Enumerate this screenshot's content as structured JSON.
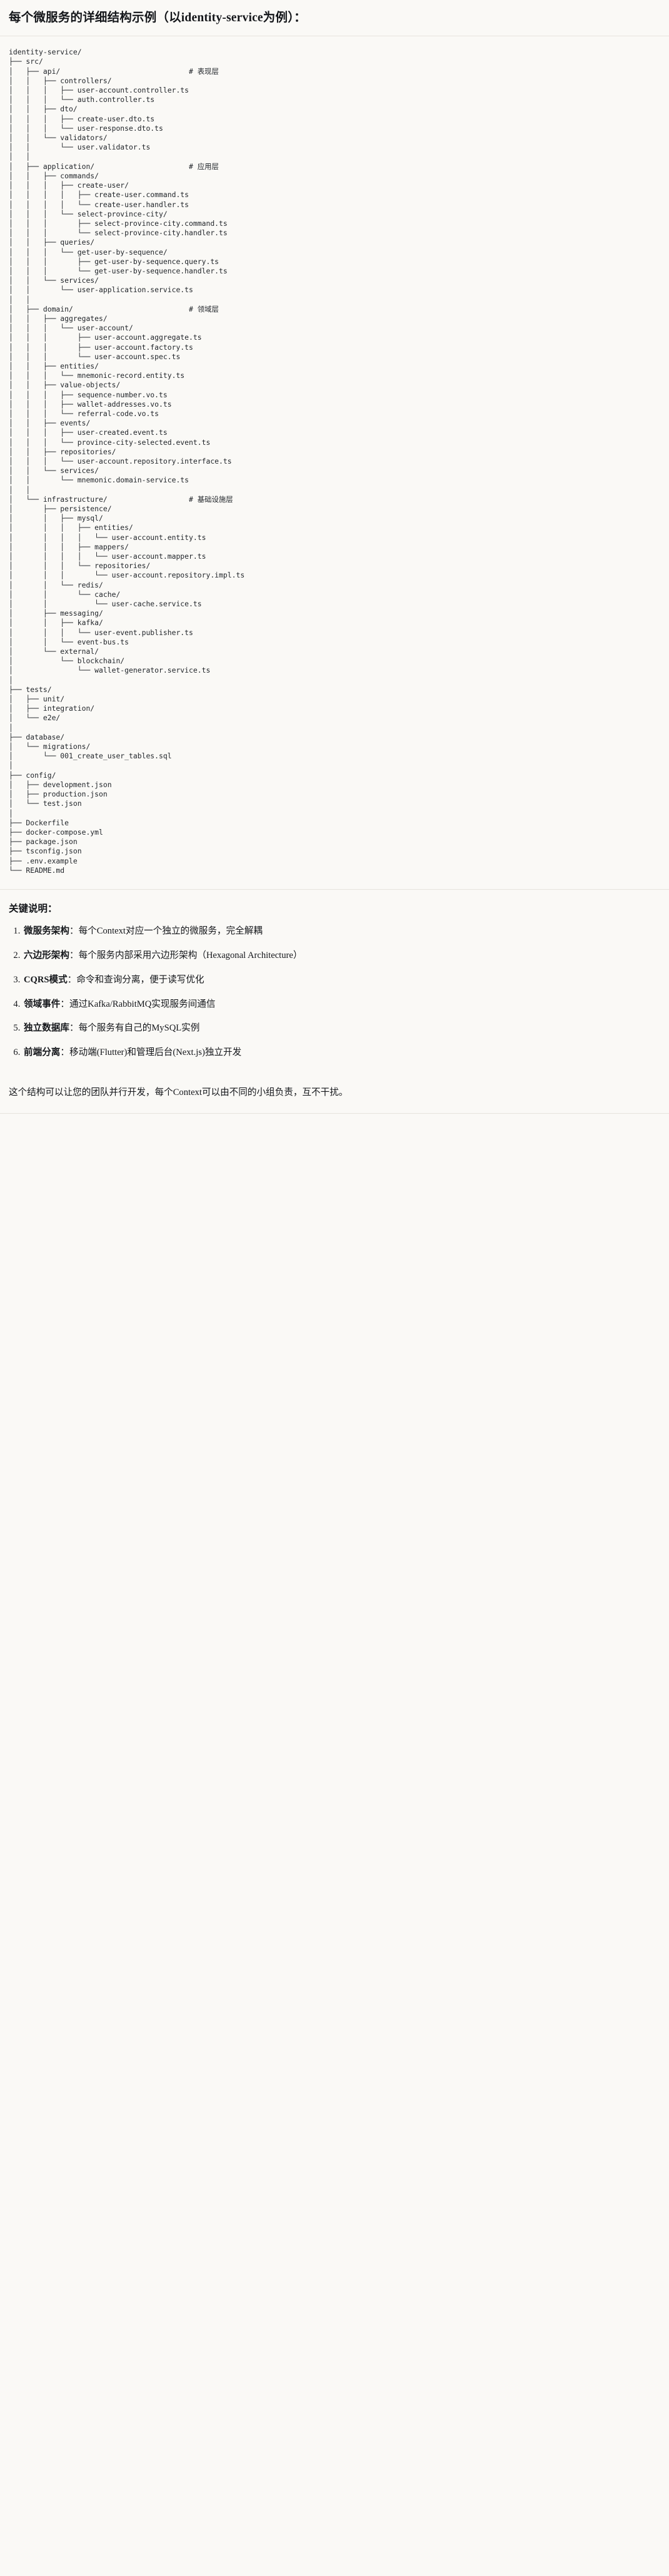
{
  "document": {
    "title": "每个微服务的详细结构示例（以identity-service为例）：",
    "tree_root": "identity-service/",
    "comments": {
      "api": "# 表现层",
      "application": "# 应用层",
      "domain": "# 领域层",
      "infrastructure": "# 基础设施层"
    },
    "tree_lines": [
      "identity-service/",
      "├── src/",
      "│   ├── api/                              # 表现层",
      "│   │   ├── controllers/",
      "│   │   │   ├── user-account.controller.ts",
      "│   │   │   └── auth.controller.ts",
      "│   │   ├── dto/",
      "│   │   │   ├── create-user.dto.ts",
      "│   │   │   └── user-response.dto.ts",
      "│   │   └── validators/",
      "│   │       └── user.validator.ts",
      "│   │",
      "│   ├── application/                      # 应用层",
      "│   │   ├── commands/",
      "│   │   │   ├── create-user/",
      "│   │   │   │   ├── create-user.command.ts",
      "│   │   │   │   └── create-user.handler.ts",
      "│   │   │   └── select-province-city/",
      "│   │   │       ├── select-province-city.command.ts",
      "│   │   │       └── select-province-city.handler.ts",
      "│   │   ├── queries/",
      "│   │   │   └── get-user-by-sequence/",
      "│   │   │       ├── get-user-by-sequence.query.ts",
      "│   │   │       └── get-user-by-sequence.handler.ts",
      "│   │   └── services/",
      "│   │       └── user-application.service.ts",
      "│   │",
      "│   ├── domain/                           # 领域层",
      "│   │   ├── aggregates/",
      "│   │   │   └── user-account/",
      "│   │   │       ├── user-account.aggregate.ts",
      "│   │   │       ├── user-account.factory.ts",
      "│   │   │       └── user-account.spec.ts",
      "│   │   ├── entities/",
      "│   │   │   └── mnemonic-record.entity.ts",
      "│   │   ├── value-objects/",
      "│   │   │   ├── sequence-number.vo.ts",
      "│   │   │   ├── wallet-addresses.vo.ts",
      "│   │   │   └── referral-code.vo.ts",
      "│   │   ├── events/",
      "│   │   │   ├── user-created.event.ts",
      "│   │   │   └── province-city-selected.event.ts",
      "│   │   ├── repositories/",
      "│   │   │   └── user-account.repository.interface.ts",
      "│   │   └── services/",
      "│   │       └── mnemonic.domain-service.ts",
      "│   │",
      "│   └── infrastructure/                   # 基础设施层",
      "│       ├── persistence/",
      "│       │   ├── mysql/",
      "│       │   │   ├── entities/",
      "│       │   │   │   └── user-account.entity.ts",
      "│       │   │   ├── mappers/",
      "│       │   │   │   └── user-account.mapper.ts",
      "│       │   │   └── repositories/",
      "│       │   │       └── user-account.repository.impl.ts",
      "│       │   └── redis/",
      "│       │       └── cache/",
      "│       │           └── user-cache.service.ts",
      "│       ├── messaging/",
      "│       │   ├── kafka/",
      "│       │   │   └── user-event.publisher.ts",
      "│       │   └── event-bus.ts",
      "│       └── external/",
      "│           └── blockchain/",
      "│               └── wallet-generator.service.ts",
      "│",
      "├── tests/",
      "│   ├── unit/",
      "│   ├── integration/",
      "│   └── e2e/",
      "│",
      "├── database/",
      "│   └── migrations/",
      "│       └── 001_create_user_tables.sql",
      "│",
      "├── config/",
      "│   ├── development.json",
      "│   ├── production.json",
      "│   └── test.json",
      "│",
      "├── Dockerfile",
      "├── docker-compose.yml",
      "├── package.json",
      "├── tsconfig.json",
      "├── .env.example",
      "└── README.md"
    ]
  },
  "key_points": {
    "heading": "关键说明：",
    "items": [
      {
        "term": "微服务架构",
        "desc": "：每个Context对应一个独立的微服务，完全解耦"
      },
      {
        "term": "六边形架构",
        "desc": "：每个服务内部采用六边形架构（Hexagonal Architecture）"
      },
      {
        "term": "CQRS模式",
        "desc": "：命令和查询分离，便于读写优化"
      },
      {
        "term": "领域事件",
        "desc": "：通过Kafka/RabbitMQ实现服务间通信"
      },
      {
        "term": "独立数据库",
        "desc": "：每个服务有自己的MySQL实例"
      },
      {
        "term": "前端分离",
        "desc": "：移动端(Flutter)和管理后台(Next.js)独立开发"
      }
    ],
    "closing": "这个结构可以让您的团队并行开发，每个Context可以由不同的小组负责，互不干扰。"
  },
  "theme": {
    "background": "#faf9f6",
    "text": "#14161a",
    "code_text": "#1f2328",
    "rule": "#e7e4dd"
  }
}
